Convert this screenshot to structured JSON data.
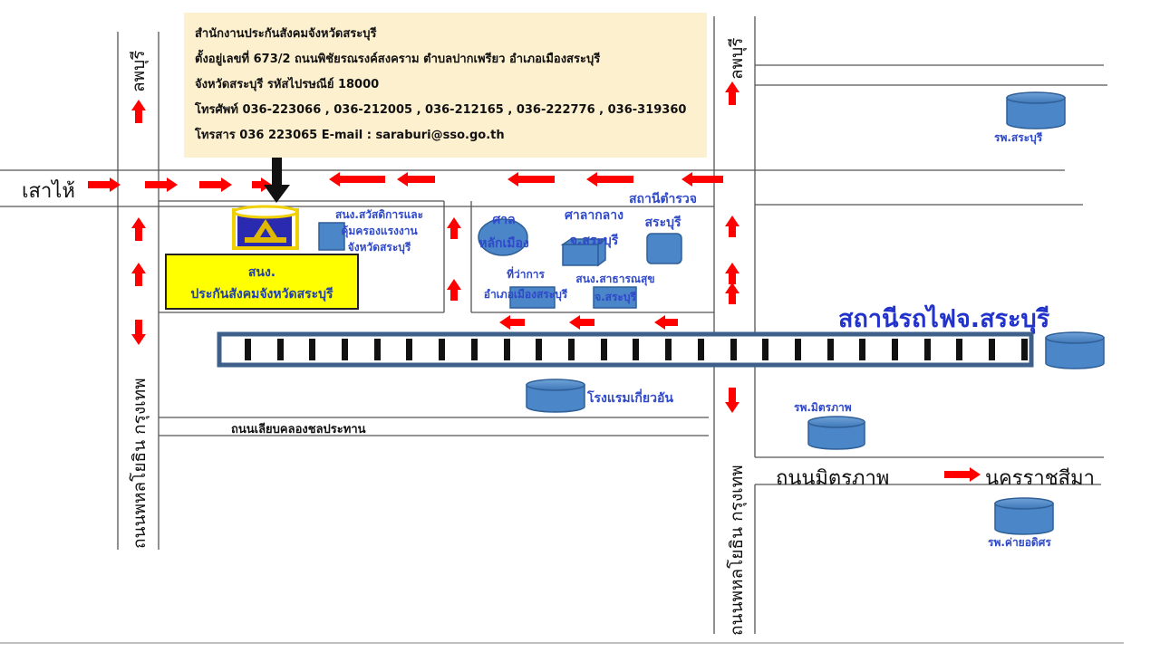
{
  "office": {
    "name": "สำนักงานประกันสังคมจังหวัดสระบุรี",
    "address": "ตั้งอยู่เลขที่ 673/2 ถนนพิชัยรณรงค์สงคราม ตำบลปากเพรียว อำเภอเมืองสระบุรี",
    "province": "จังหวัดสระบุรี รหัสไปรษณีย์ 18000",
    "phone": "โทรศัพท์ 036-223066 , 036-212005 , 036-212165 , 036-222776 , 036-319360",
    "fax": "โทรสาร 036 223065  E-mail : saraburi@sso.go.th",
    "box_title": "สนง.",
    "box_subtitle": "ประกันสังคมจังหวัดสระบุรี"
  },
  "roads": {
    "lopburi_left": "ลพบุรี",
    "lopburi_right": "ลพบุรี",
    "sao_hai": "เสาไห้",
    "phahon_left": "ถนนพหลโยธิน  กรุงเทพ",
    "phahon_right": "ถนนพหลโยธิน  กรุงเทพ",
    "canal_road": "ถนนเลียบคลองชลประทาน",
    "mittraphap": "ถนนมิตรภาพ",
    "korat": "นครราชสีมา"
  },
  "places": {
    "welfare": [
      "สนง.สวัสดิการและ",
      "คุ้มครองแรงงาน",
      "จังหวัดสระบุรี"
    ],
    "city_pillar": [
      "ศาล",
      "หลักเมือง"
    ],
    "provincial_hall": [
      "ศาลากลาง",
      "จ.สระบุรี"
    ],
    "police_station": [
      "สถานีตำรวจ",
      "สระบุรี"
    ],
    "district_office": [
      "ที่ว่าการ",
      "อำเภอเมืองสระบุรี"
    ],
    "health_office": [
      "สนง.สาธารณสุข",
      "จ.สระบุรี"
    ],
    "railway_station": "สถานีรถไฟจ.สระบุรี",
    "hotel": "โรงแรมเกี่ยวอัน",
    "hospital_saraburi": "รพ.สระบุรี",
    "hospital_mittraphap": "รพ.มิตรภาพ",
    "hospital_camp": "รพ.ค่ายอดิศร"
  },
  "colors": {
    "arrow": "#ff0000",
    "label_blue": "#2f49c8",
    "building_fill": "#4a86c8",
    "office_box_bg": "#fdf0cf",
    "highlight_yellow": "#ffff00",
    "railway_border": "#3d5f8a"
  }
}
